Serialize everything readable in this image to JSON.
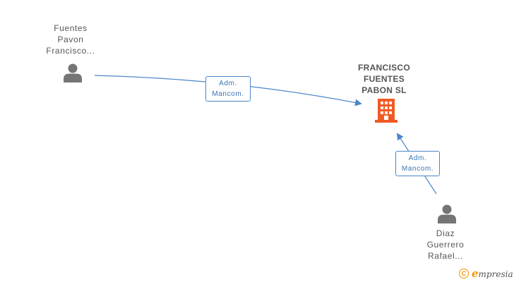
{
  "company": {
    "name_lines": [
      "FRANCISCO",
      "FUENTES",
      "PABON SL"
    ],
    "icon": "building-icon",
    "color": "#f15a24"
  },
  "people": [
    {
      "name_lines": [
        "Fuentes",
        "Pavon",
        "Francisco..."
      ],
      "icon": "person-icon"
    },
    {
      "name_lines": [
        "Diaz",
        "Guerrero",
        "Rafael..."
      ],
      "icon": "person-icon"
    }
  ],
  "relations": [
    {
      "from": "Fuentes Pavon Francisco...",
      "to": "FRANCISCO FUENTES PABON SL",
      "label_lines": [
        "Adm.",
        "Mancom."
      ]
    },
    {
      "from": "Diaz Guerrero Rafael...",
      "to": "FRANCISCO FUENTES PABON SL",
      "label_lines": [
        "Adm.",
        "Mancom."
      ]
    }
  ],
  "footer": {
    "copyright_symbol": "C",
    "brand_first_letter": "e",
    "brand_rest": "mpresia",
    "accent_color": "#f29400"
  },
  "colors": {
    "edge": "#4a86c8",
    "person_icon": "#757575",
    "text": "#555555"
  }
}
